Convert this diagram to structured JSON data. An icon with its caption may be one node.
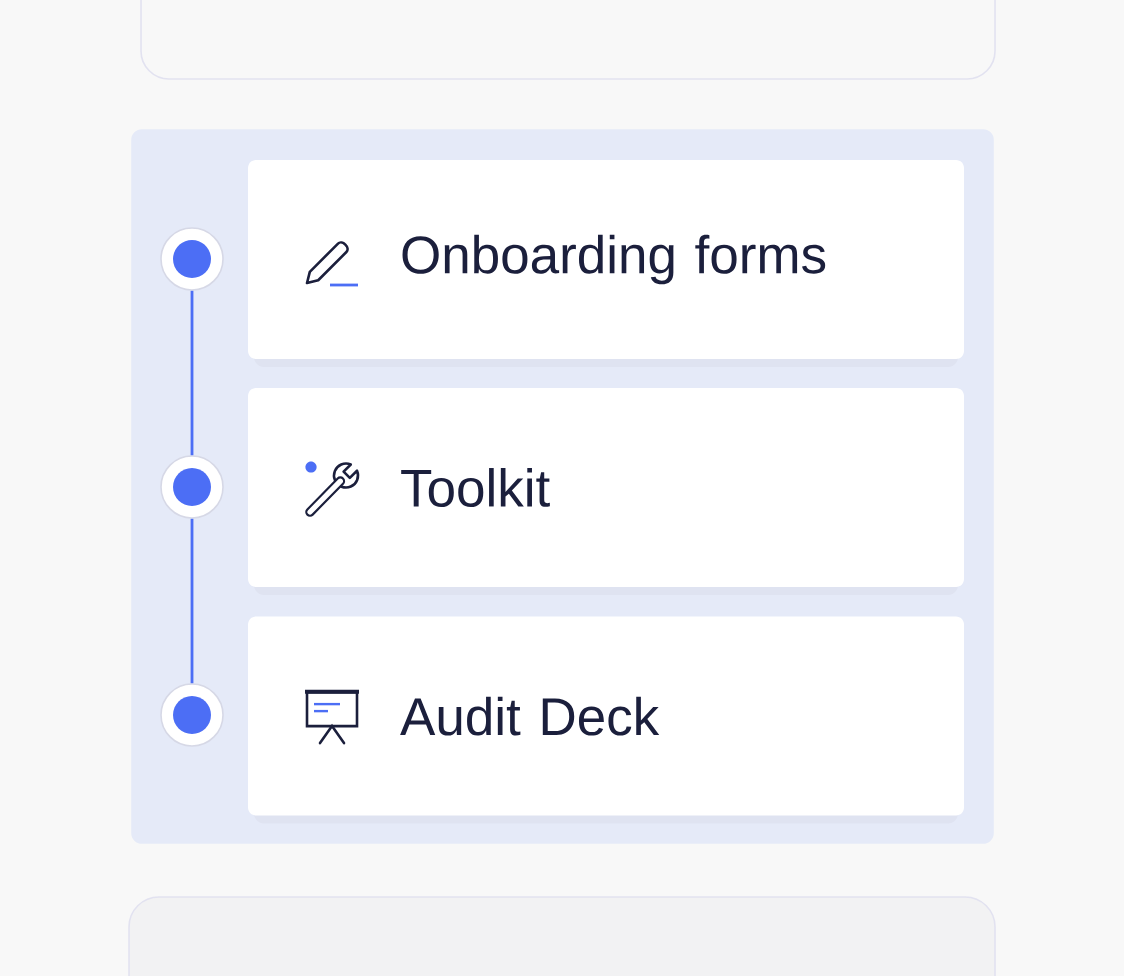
{
  "diagram": {
    "nodes": [
      {
        "text": [],
        "shape": "box"
      },
      {
        "text": [],
        "shape": "box"
      },
      {
        "text": [],
        "shape": "circle",
        "in": 1
      },
      {
        "text": [
          "Onboarding forms"
        ],
        "in": 1
      },
      {
        "text": [],
        "shape": "circle",
        "in": 1
      },
      {
        "text": [
          "Toolkit"
        ],
        "in": 1
      },
      {
        "text": [],
        "shape": "circle",
        "in": 1
      },
      {
        "text": [
          "Audit Deck"
        ],
        "in": 1
      },
      {
        "text": [],
        "shape": "box"
      }
    ],
    "edges": [
      {
        "from": 2,
        "to": 4,
        "arrow": "none"
      },
      {
        "from": 4,
        "to": 6,
        "arrow": "none"
      }
    ]
  }
}
